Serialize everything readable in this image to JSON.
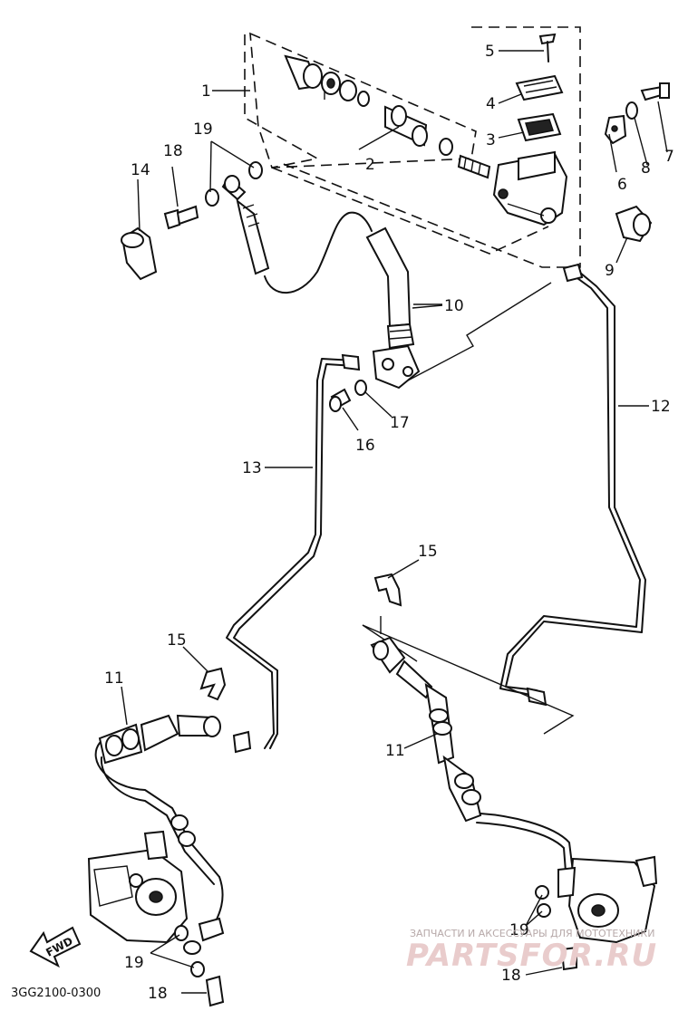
{
  "diagram": {
    "code": "3GG2100-0300",
    "fwd_label": "FWD",
    "callouts": [
      {
        "id": "c1",
        "text": "1"
      },
      {
        "id": "c2",
        "text": "2"
      },
      {
        "id": "c3",
        "text": "3"
      },
      {
        "id": "c4",
        "text": "4"
      },
      {
        "id": "c5",
        "text": "5"
      },
      {
        "id": "c6",
        "text": "6"
      },
      {
        "id": "c7",
        "text": "7"
      },
      {
        "id": "c8",
        "text": "8"
      },
      {
        "id": "c9",
        "text": "9"
      },
      {
        "id": "c10",
        "text": "10"
      },
      {
        "id": "c11a",
        "text": "11"
      },
      {
        "id": "c11b",
        "text": "11"
      },
      {
        "id": "c12",
        "text": "12"
      },
      {
        "id": "c13",
        "text": "13"
      },
      {
        "id": "c14",
        "text": "14"
      },
      {
        "id": "c15a",
        "text": "15"
      },
      {
        "id": "c15b",
        "text": "15"
      },
      {
        "id": "c16",
        "text": "16"
      },
      {
        "id": "c17",
        "text": "17"
      },
      {
        "id": "c18a",
        "text": "18"
      },
      {
        "id": "c18b",
        "text": "18"
      },
      {
        "id": "c18c",
        "text": "18"
      },
      {
        "id": "c19a",
        "text": "19"
      },
      {
        "id": "c19b",
        "text": "19"
      },
      {
        "id": "c19c",
        "text": "19"
      }
    ]
  },
  "watermark": {
    "line1": "ЗАПЧАСТИ И АКСЕССУАРЫ ДЛЯ МОТОТЕХНИКИ",
    "line2": "PARTSFOR.RU"
  }
}
